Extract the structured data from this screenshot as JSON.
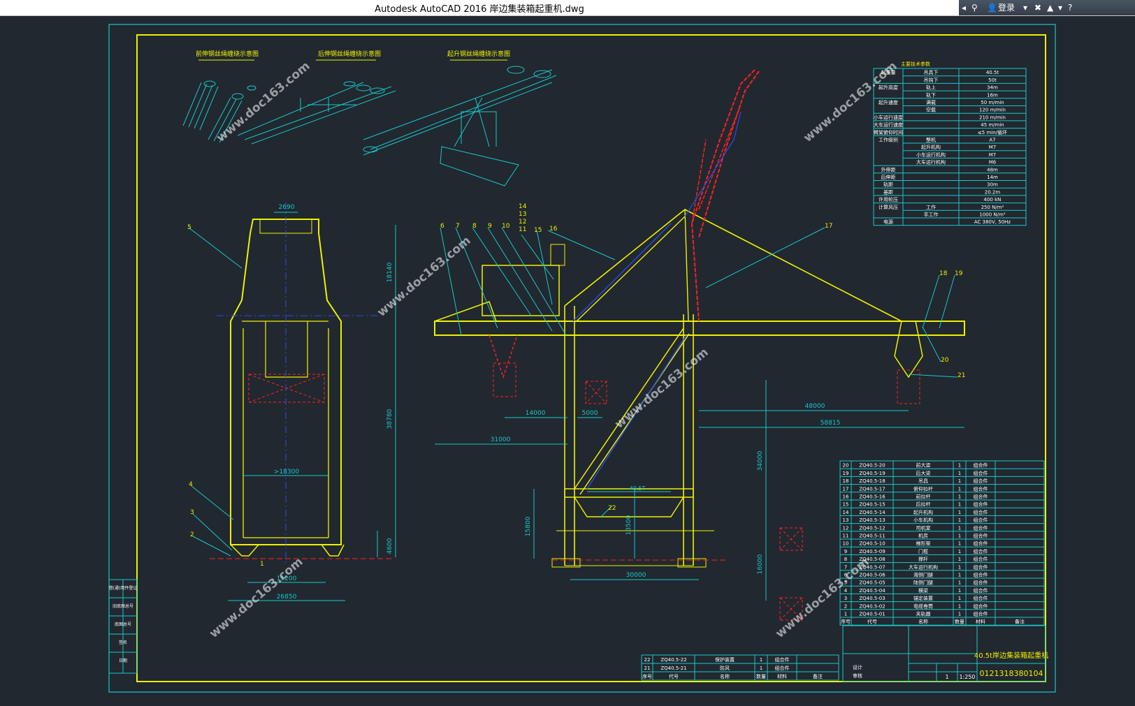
{
  "window": {
    "title": "Autodesk AutoCAD 2016     岸边集装箱起重机.dwg",
    "login_label": "登录"
  },
  "drawing": {
    "view_titles": [
      "前伸钢丝绳缠绕示意图",
      "后伸钢丝绳缠绕示意图",
      "起升钢丝绳缠绕示意图"
    ],
    "dimensions": {
      "top_width": "2690",
      "height_upper": "18140",
      "height_total": "38780",
      "inner_width": ">18300",
      "base_height": "4600",
      "wheel_span": "11200",
      "outer_width": "26850",
      "dim_14000": "14000",
      "dim_5000": "5000",
      "dim_31000": "31000",
      "dim_48000": "48000",
      "dim_58815": "58815",
      "dim_34000": "34000",
      "dim_16000": "16000",
      "dim_15800": "15800",
      "dim_13500": "13500",
      "dim_30000": "30000",
      "dim_40t": "40.5T"
    },
    "callouts_left": [
      "5",
      "4",
      "3",
      "2",
      "1"
    ],
    "callouts_side": [
      "6",
      "7",
      "8",
      "9",
      "10",
      "14",
      "13",
      "12",
      "11",
      "15",
      "16",
      "17",
      "18",
      "19",
      "20",
      "21",
      "22"
    ],
    "watermark": "www.doc163.com"
  },
  "spec_table": {
    "title": "主要技术参数",
    "rows": [
      [
        "起重量",
        "吊具下",
        "40.5t"
      ],
      [
        "",
        "吊钩下",
        "50t"
      ],
      [
        "起升高度",
        "轨上",
        "34m"
      ],
      [
        "",
        "轨下",
        "16m"
      ],
      [
        "起升速度",
        "满载",
        "50 m/min"
      ],
      [
        "",
        "空载",
        "120 m/min"
      ],
      [
        "小车运行速度",
        "",
        "210 m/min"
      ],
      [
        "大车运行速度",
        "",
        "45 m/min"
      ],
      [
        "臂架俯仰时间",
        "",
        "≤5 min/循环"
      ],
      [
        "工作级别",
        "整机",
        "A7"
      ],
      [
        "",
        "起升机构",
        "M7"
      ],
      [
        "",
        "小车运行机构",
        "M7"
      ],
      [
        "",
        "大车运行机构",
        "M6"
      ],
      [
        "外伸距",
        "",
        "48m"
      ],
      [
        "后伸距",
        "",
        "14m"
      ],
      [
        "轨距",
        "",
        "30m"
      ],
      [
        "基距",
        "",
        "20.2m"
      ],
      [
        "许用轮压",
        "",
        "400 kN"
      ],
      [
        "计算风压",
        "工作",
        "250 N/m²"
      ],
      [
        "",
        "非工作",
        "1000 N/m²"
      ],
      [
        "电源",
        "",
        "AC 380V, 50Hz"
      ]
    ]
  },
  "parts_list": {
    "rows": [
      [
        "20",
        "ZQ40.5-20",
        "前大梁",
        "1",
        "组合件"
      ],
      [
        "19",
        "ZQ40.5-19",
        "后大梁",
        "1",
        "组合件"
      ],
      [
        "18",
        "ZQ40.5-18",
        "吊具",
        "1",
        "组合件"
      ],
      [
        "17",
        "ZQ40.5-17",
        "俯仰拉杆",
        "1",
        "组合件"
      ],
      [
        "16",
        "ZQ40.5-16",
        "前拉杆",
        "1",
        "组合件"
      ],
      [
        "15",
        "ZQ40.5-15",
        "后拉杆",
        "1",
        "组合件"
      ],
      [
        "14",
        "ZQ40.5-14",
        "起升机构",
        "1",
        "组合件"
      ],
      [
        "13",
        "ZQ40.5-13",
        "小车机构",
        "1",
        "组合件"
      ],
      [
        "12",
        "ZQ40.5-12",
        "司机室",
        "1",
        "组合件"
      ],
      [
        "11",
        "ZQ40.5-11",
        "机房",
        "1",
        "组合件"
      ],
      [
        "10",
        "ZQ40.5-10",
        "梯形架",
        "1",
        "组合件"
      ],
      [
        "9",
        "ZQ40.5-09",
        "门框",
        "1",
        "组合件"
      ],
      [
        "8",
        "ZQ40.5-08",
        "撑杆",
        "1",
        "组合件"
      ],
      [
        "7",
        "ZQ40.5-07",
        "大车运行机构",
        "1",
        "组合件"
      ],
      [
        "6",
        "ZQ40.5-06",
        "海侧门腿",
        "1",
        "组合件"
      ],
      [
        "5",
        "ZQ40.5-05",
        "陆侧门腿",
        "1",
        "组合件"
      ],
      [
        "4",
        "ZQ40.5-04",
        "横梁",
        "1",
        "组合件"
      ],
      [
        "3",
        "ZQ40.5-03",
        "锚定装置",
        "1",
        "组合件"
      ],
      [
        "2",
        "ZQ40.5-02",
        "电缆卷筒",
        "1",
        "组合件"
      ],
      [
        "1",
        "ZQ40.5-01",
        "夹轨器",
        "1",
        "组合件"
      ]
    ],
    "header": [
      "序号",
      "代号",
      "名称",
      "数量",
      "材料",
      "备注"
    ]
  },
  "bottom_mid_table": {
    "rows": [
      [
        "22",
        "ZQ40.5-22",
        "保护装置",
        "1",
        "组合件"
      ],
      [
        "21",
        "ZQ40.5-21",
        "防风",
        "1",
        "组合件"
      ]
    ],
    "header": [
      "序号",
      "代号",
      "名称",
      "数量",
      "材料",
      "备注"
    ]
  },
  "title_block": {
    "drawing_name": "40.5t岸边集装箱起重机",
    "drawing_number": "0121318380104",
    "scale": "1:250",
    "sheet_count": "1",
    "label_design": "设计",
    "label_check": "审核"
  },
  "revision_block": {
    "labels": [
      "借(通)用件登记",
      "旧底图总号",
      "底图总号",
      "签名",
      "日期"
    ]
  }
}
